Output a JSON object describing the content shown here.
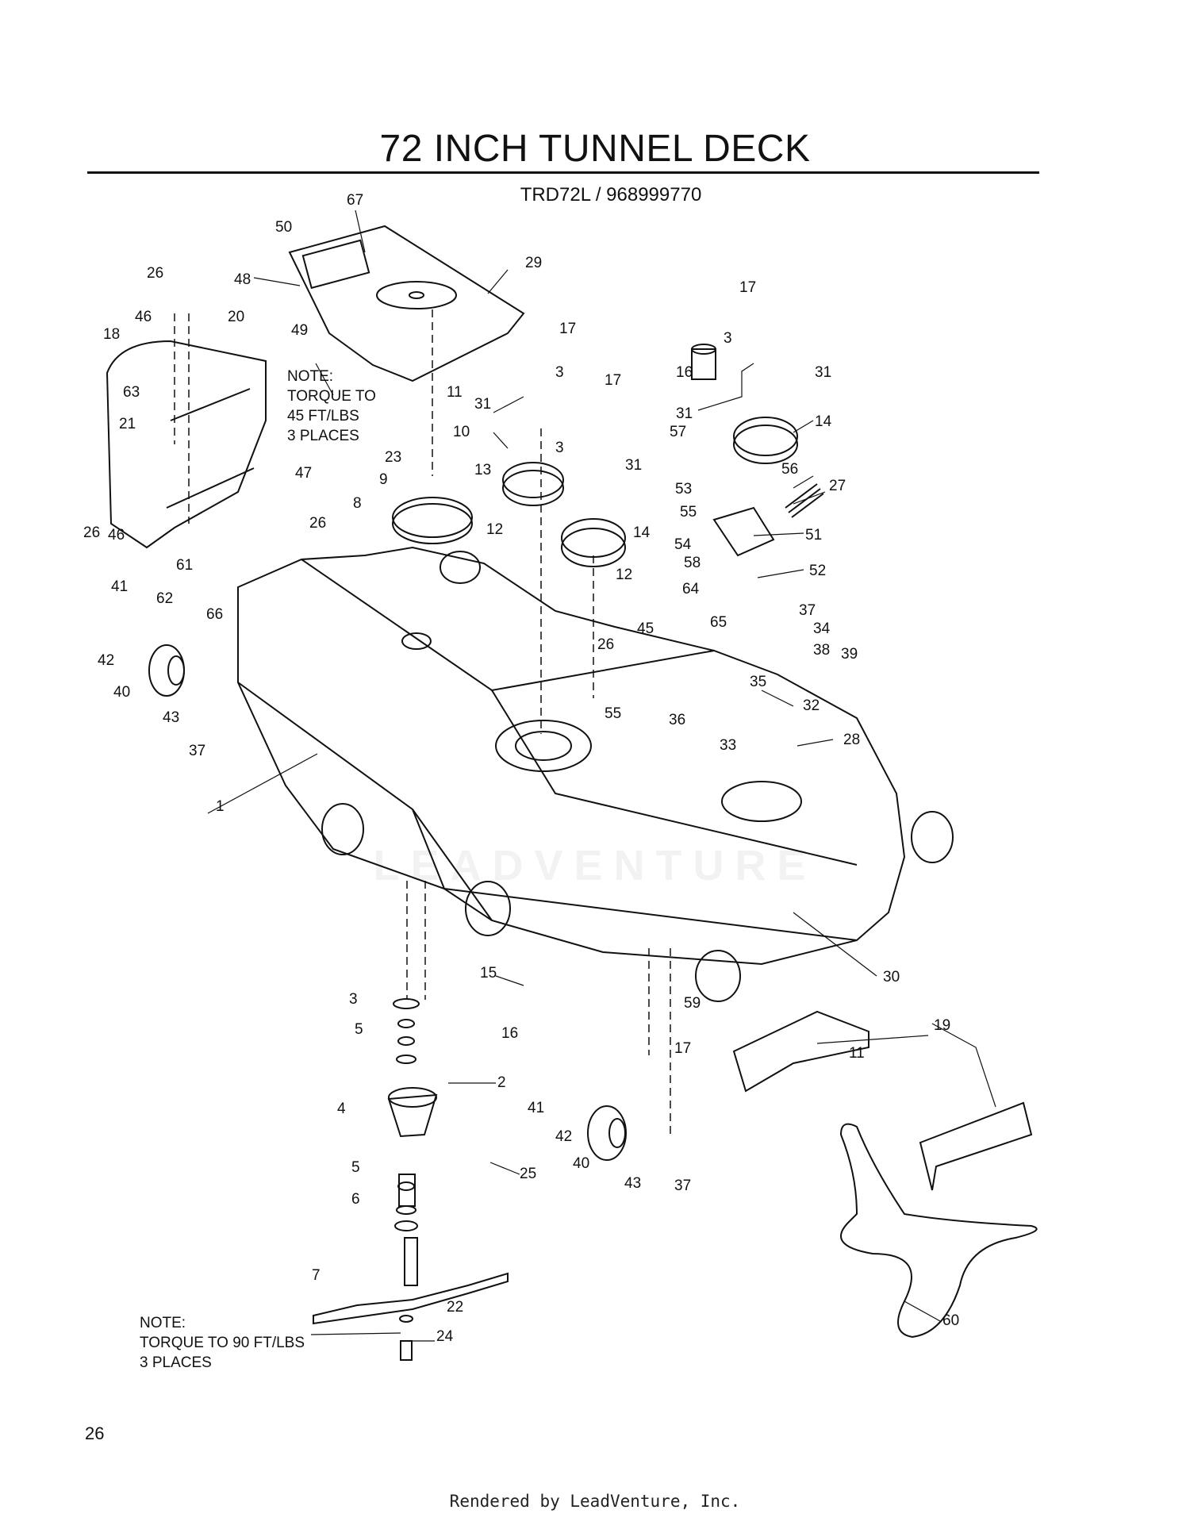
{
  "header": {
    "title": "72 INCH TUNNEL DECK",
    "model": "TRD72L / 968999770"
  },
  "notes": {
    "torque_45_line1": "NOTE:",
    "torque_45_line2": "TORQUE TO",
    "torque_45_line3": "45 FT/LBS",
    "torque_45_line4": "3 PLACES",
    "torque_90_line1": "NOTE:",
    "torque_90_line2": "TORQUE TO 90 FT/LBS",
    "torque_90_line3": "3 PLACES"
  },
  "callouts": [
    "67",
    "50",
    "29",
    "26",
    "48",
    "20",
    "46",
    "49",
    "18",
    "63",
    "21",
    "11",
    "10",
    "23",
    "9",
    "8",
    "26",
    "47",
    "26",
    "46",
    "61",
    "62",
    "41",
    "66",
    "42",
    "40",
    "43",
    "37",
    "1",
    "17",
    "3",
    "31",
    "17",
    "3",
    "31",
    "13",
    "12",
    "14",
    "12",
    "16",
    "3",
    "31",
    "17",
    "31",
    "14",
    "57",
    "53",
    "55",
    "54",
    "58",
    "56",
    "27",
    "51",
    "52",
    "64",
    "65",
    "45",
    "26",
    "55",
    "37",
    "34",
    "38",
    "39",
    "35",
    "32",
    "36",
    "33",
    "28",
    "15",
    "16",
    "3",
    "5",
    "2",
    "4",
    "5",
    "6",
    "7",
    "22",
    "24",
    "25",
    "41",
    "42",
    "40",
    "43",
    "37",
    "59",
    "17",
    "30",
    "19",
    "11",
    "60"
  ],
  "watermark": "LEADVENTURE",
  "page_number": "26",
  "footer": "Rendered by LeadVenture, Inc."
}
